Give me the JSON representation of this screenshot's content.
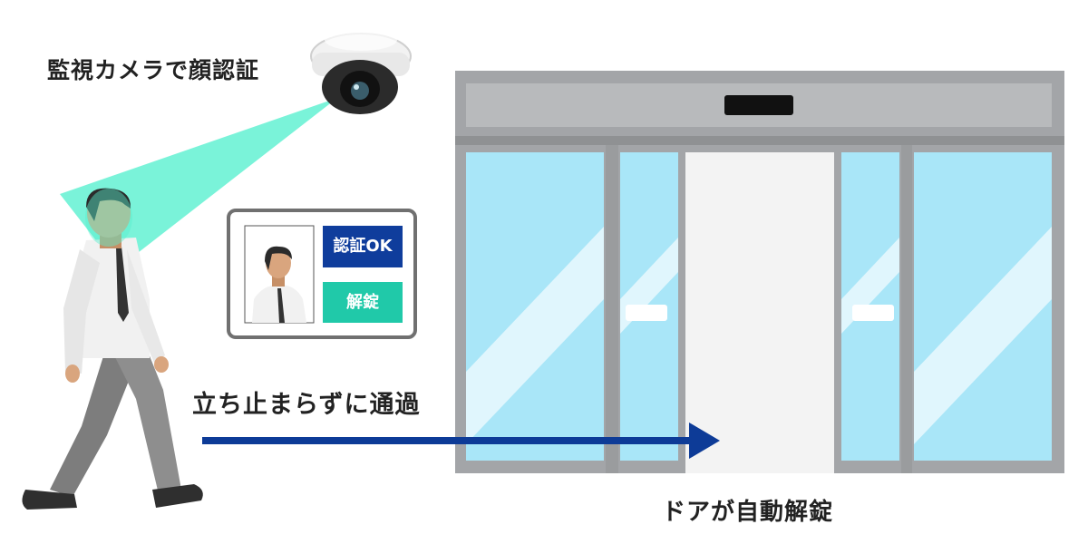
{
  "captions": {
    "camera": "監視カメラで顔認証",
    "walk": "立ち止まらずに通過",
    "door": "ドアが自動解錠"
  },
  "panel": {
    "auth_label": "認証OK",
    "unlock_label": "解錠"
  },
  "colors": {
    "beam": "#59f0cf",
    "auth_box": "#0f3d9c",
    "unlock_box": "#20c9a9",
    "arrow": "#0d3b97",
    "glass": "#a9e6f8",
    "frame": "#a3a5a8"
  }
}
